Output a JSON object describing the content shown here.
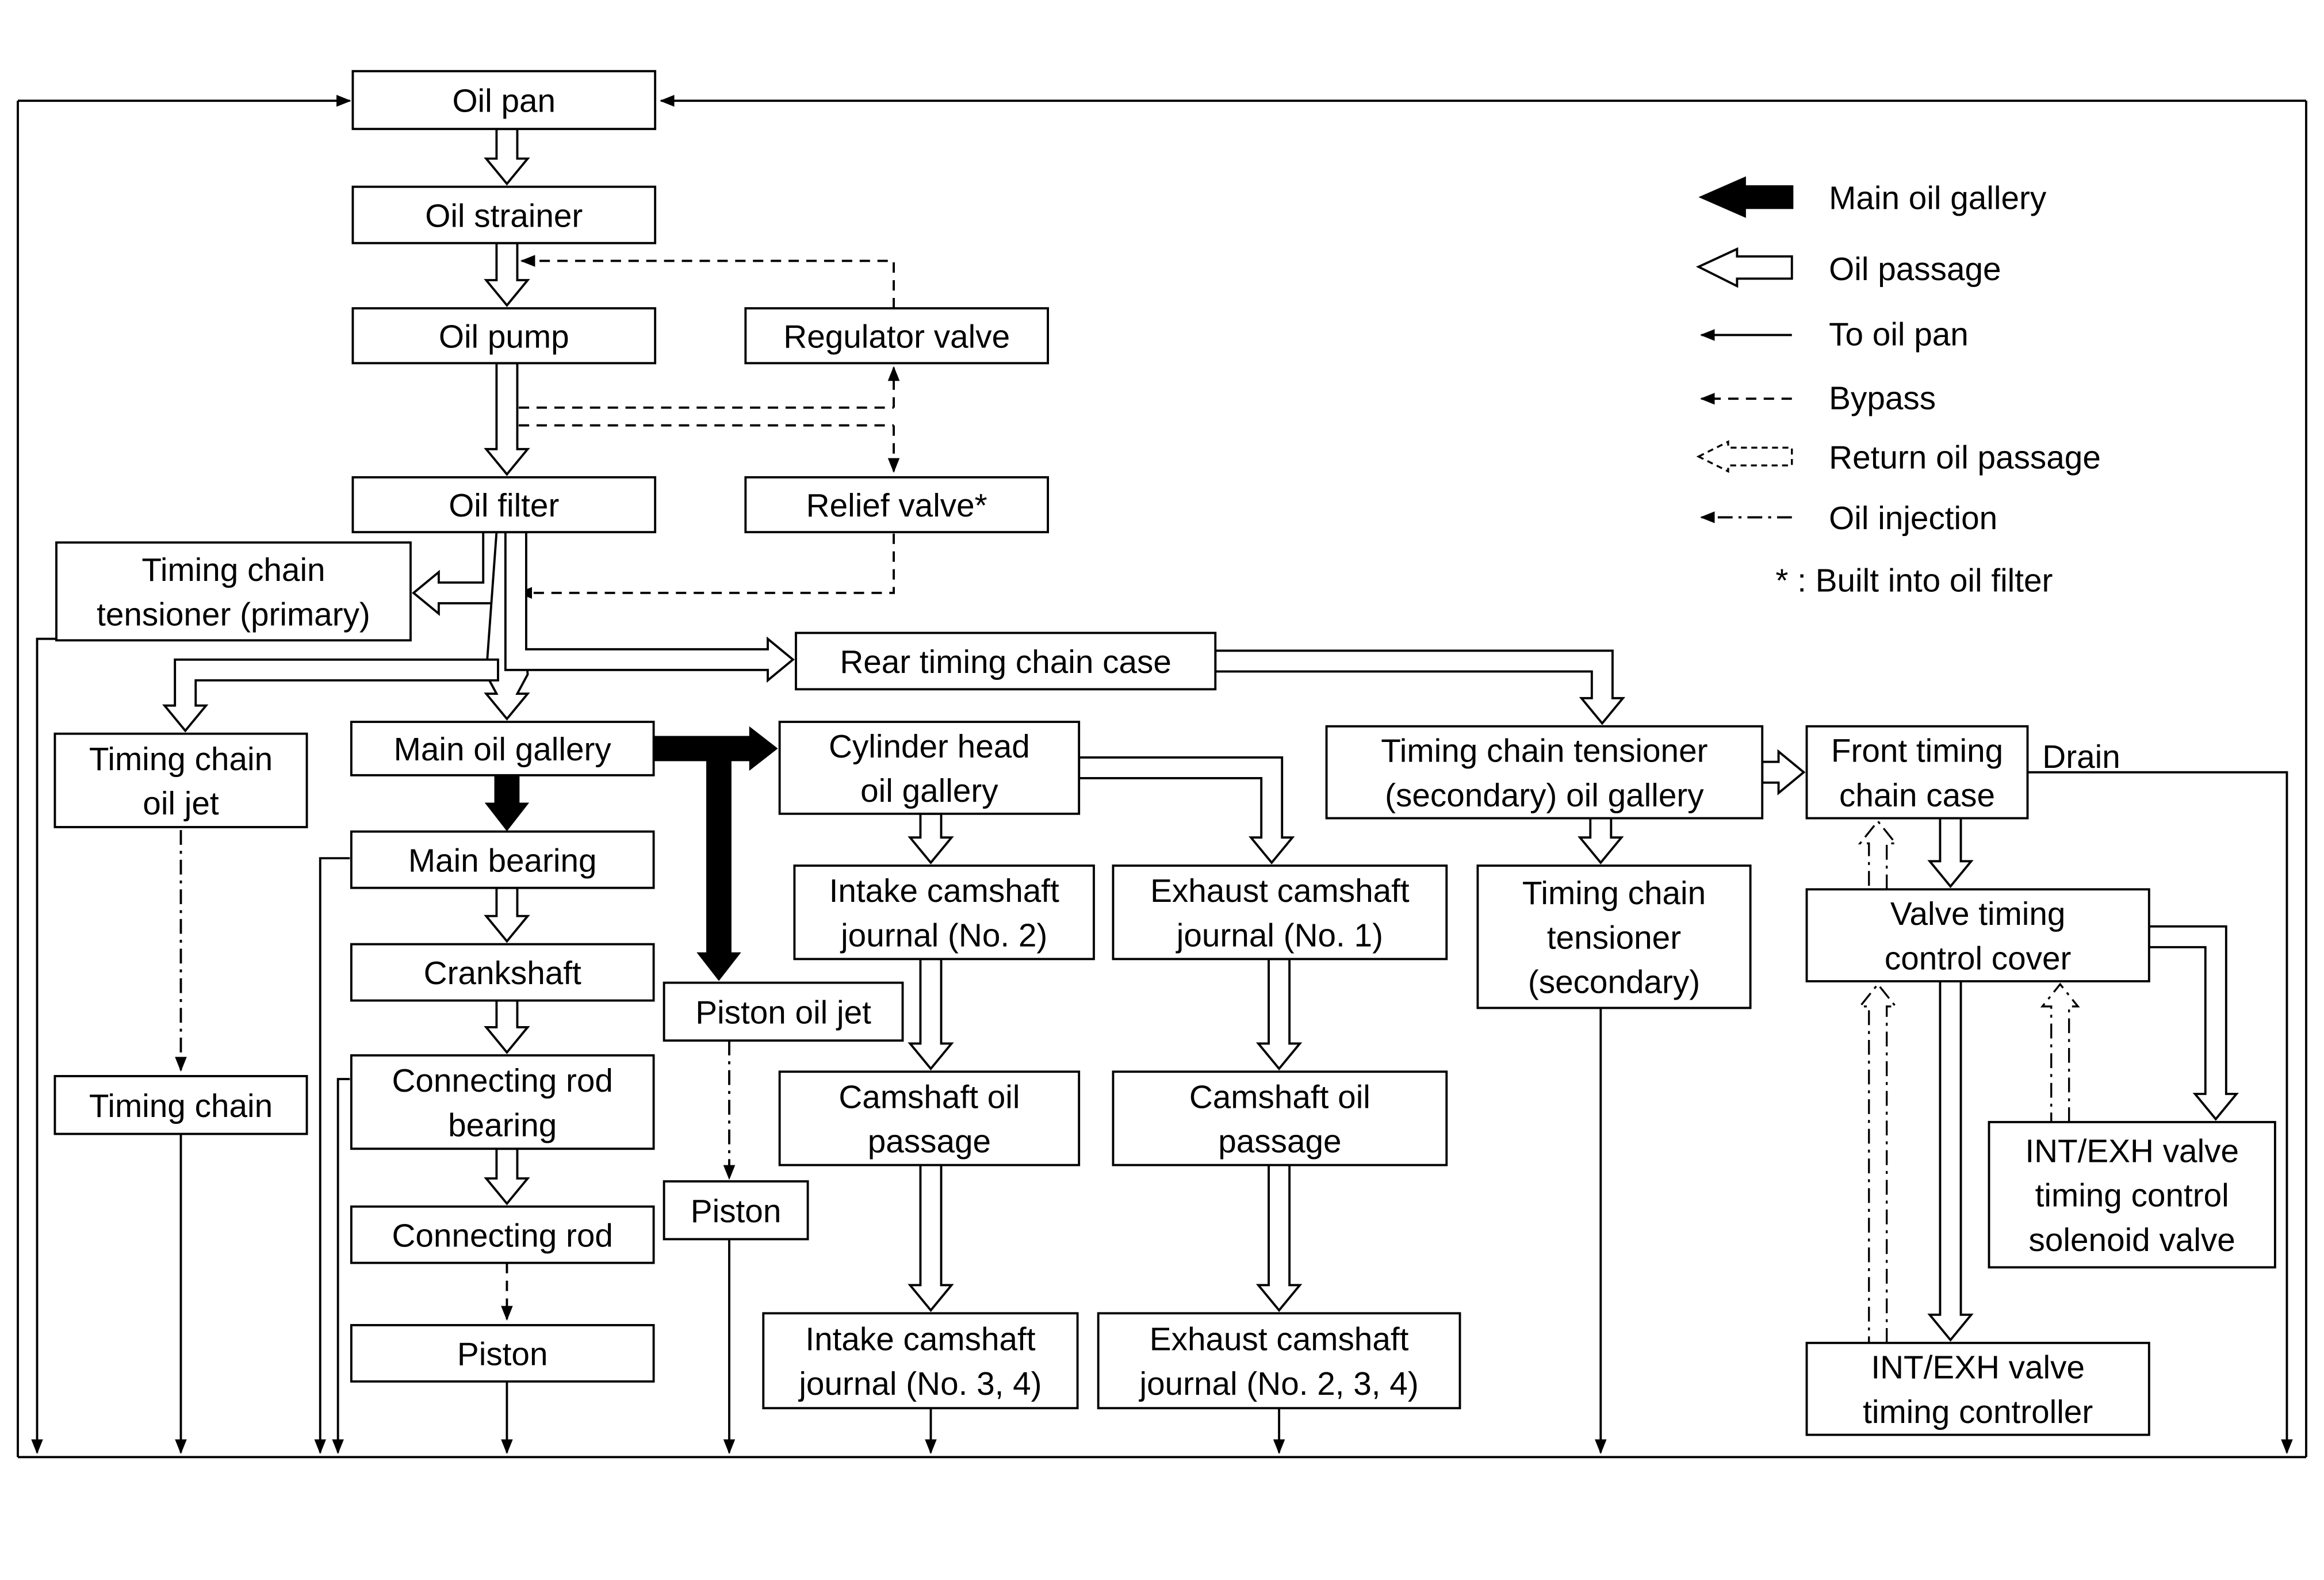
{
  "boxes": {
    "oil_pan": [
      "Oil pan"
    ],
    "oil_strainer": [
      "Oil strainer"
    ],
    "oil_pump": [
      "Oil pump"
    ],
    "regulator_valve": [
      "Regulator valve"
    ],
    "oil_filter": [
      "Oil filter"
    ],
    "relief_valve": [
      "Relief valve*"
    ],
    "tct_primary": [
      "Timing chain",
      "tensioner (primary)"
    ],
    "rear_case": [
      "Rear timing chain case"
    ],
    "tc_oil_jet": [
      "Timing chain",
      "oil jet"
    ],
    "main_gallery": [
      "Main oil gallery"
    ],
    "cyl_head_gallery": [
      "Cylinder head",
      "oil gallery"
    ],
    "tct_secondary_gallery": [
      "Timing chain tensioner",
      "(secondary) oil gallery"
    ],
    "front_case": [
      "Front timing",
      "chain case"
    ],
    "main_bearing": [
      "Main bearing"
    ],
    "intake_j2": [
      "Intake camshaft",
      "journal (No. 2)"
    ],
    "exhaust_j1": [
      "Exhaust camshaft",
      "journal (No. 1)"
    ],
    "tct_secondary": [
      "Timing chain",
      "tensioner",
      "(secondary)"
    ],
    "vtc_cover": [
      "Valve timing",
      "control cover"
    ],
    "crankshaft": [
      "Crankshaft"
    ],
    "piston_jet": [
      "Piston oil jet"
    ],
    "timing_chain": [
      "Timing chain"
    ],
    "conrod_bearing": [
      "Connecting rod",
      "bearing"
    ],
    "cam_passage_int": [
      "Camshaft oil",
      "passage"
    ],
    "cam_passage_exh": [
      "Camshaft oil",
      "passage"
    ],
    "solenoid": [
      "INT/EXH valve",
      "timing control",
      "solenoid valve"
    ],
    "piston_right": [
      "Piston"
    ],
    "conrod": [
      "Connecting rod"
    ],
    "piston_left": [
      "Piston"
    ],
    "intake_j34": [
      "Intake camshaft",
      "journal (No. 3, 4)"
    ],
    "exhaust_j234": [
      "Exhaust camshaft",
      "journal (No. 2, 3, 4)"
    ],
    "vtc_controller": [
      "INT/EXH valve",
      "timing controller"
    ]
  },
  "drain_label": "Drain",
  "legend": {
    "items": [
      {
        "label": "Main oil gallery",
        "icon": "solid-arrow"
      },
      {
        "label": "Oil passage",
        "icon": "hollow-arrow"
      },
      {
        "label": "To oil pan",
        "icon": "thin-arrow"
      },
      {
        "label": "Bypass",
        "icon": "dashed-arrow"
      },
      {
        "label": "Return oil passage",
        "icon": "dotted-hollow-arrow"
      },
      {
        "label": "Oil injection",
        "icon": "dash-dot-arrow"
      }
    ],
    "note": "* : Built into oil filter"
  }
}
